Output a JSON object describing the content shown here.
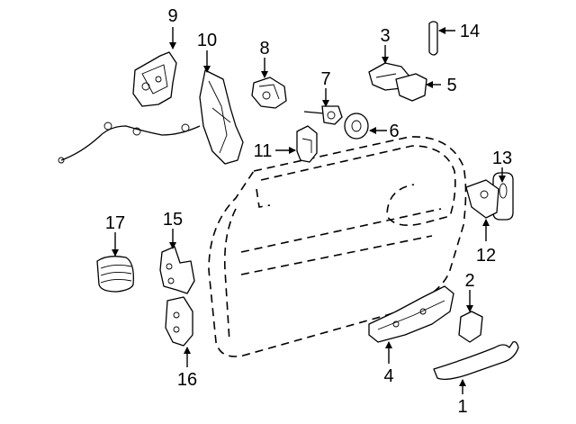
{
  "labels": [
    "9",
    "10",
    "8",
    "7",
    "3",
    "14",
    "5",
    "6",
    "11",
    "13",
    "12",
    "17",
    "15",
    "2",
    "4",
    "16",
    "1"
  ]
}
